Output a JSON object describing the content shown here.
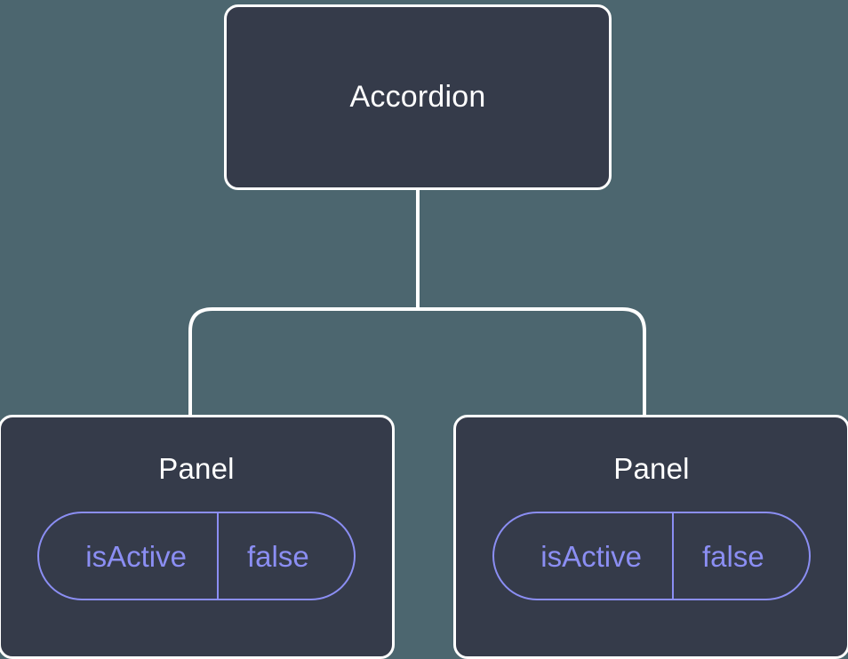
{
  "diagram": {
    "type": "component-tree",
    "background_color": "#4c666f",
    "node_fill_color": "#353b4a",
    "node_border_color": "#ffffff",
    "accent_color": "#8b8ef3",
    "edge_color": "#ffffff",
    "root": {
      "label": "Accordion"
    },
    "children": [
      {
        "label": "Panel",
        "props": [
          {
            "key": "isActive",
            "value": "false"
          }
        ]
      },
      {
        "label": "Panel",
        "props": [
          {
            "key": "isActive",
            "value": "false"
          }
        ]
      }
    ]
  }
}
